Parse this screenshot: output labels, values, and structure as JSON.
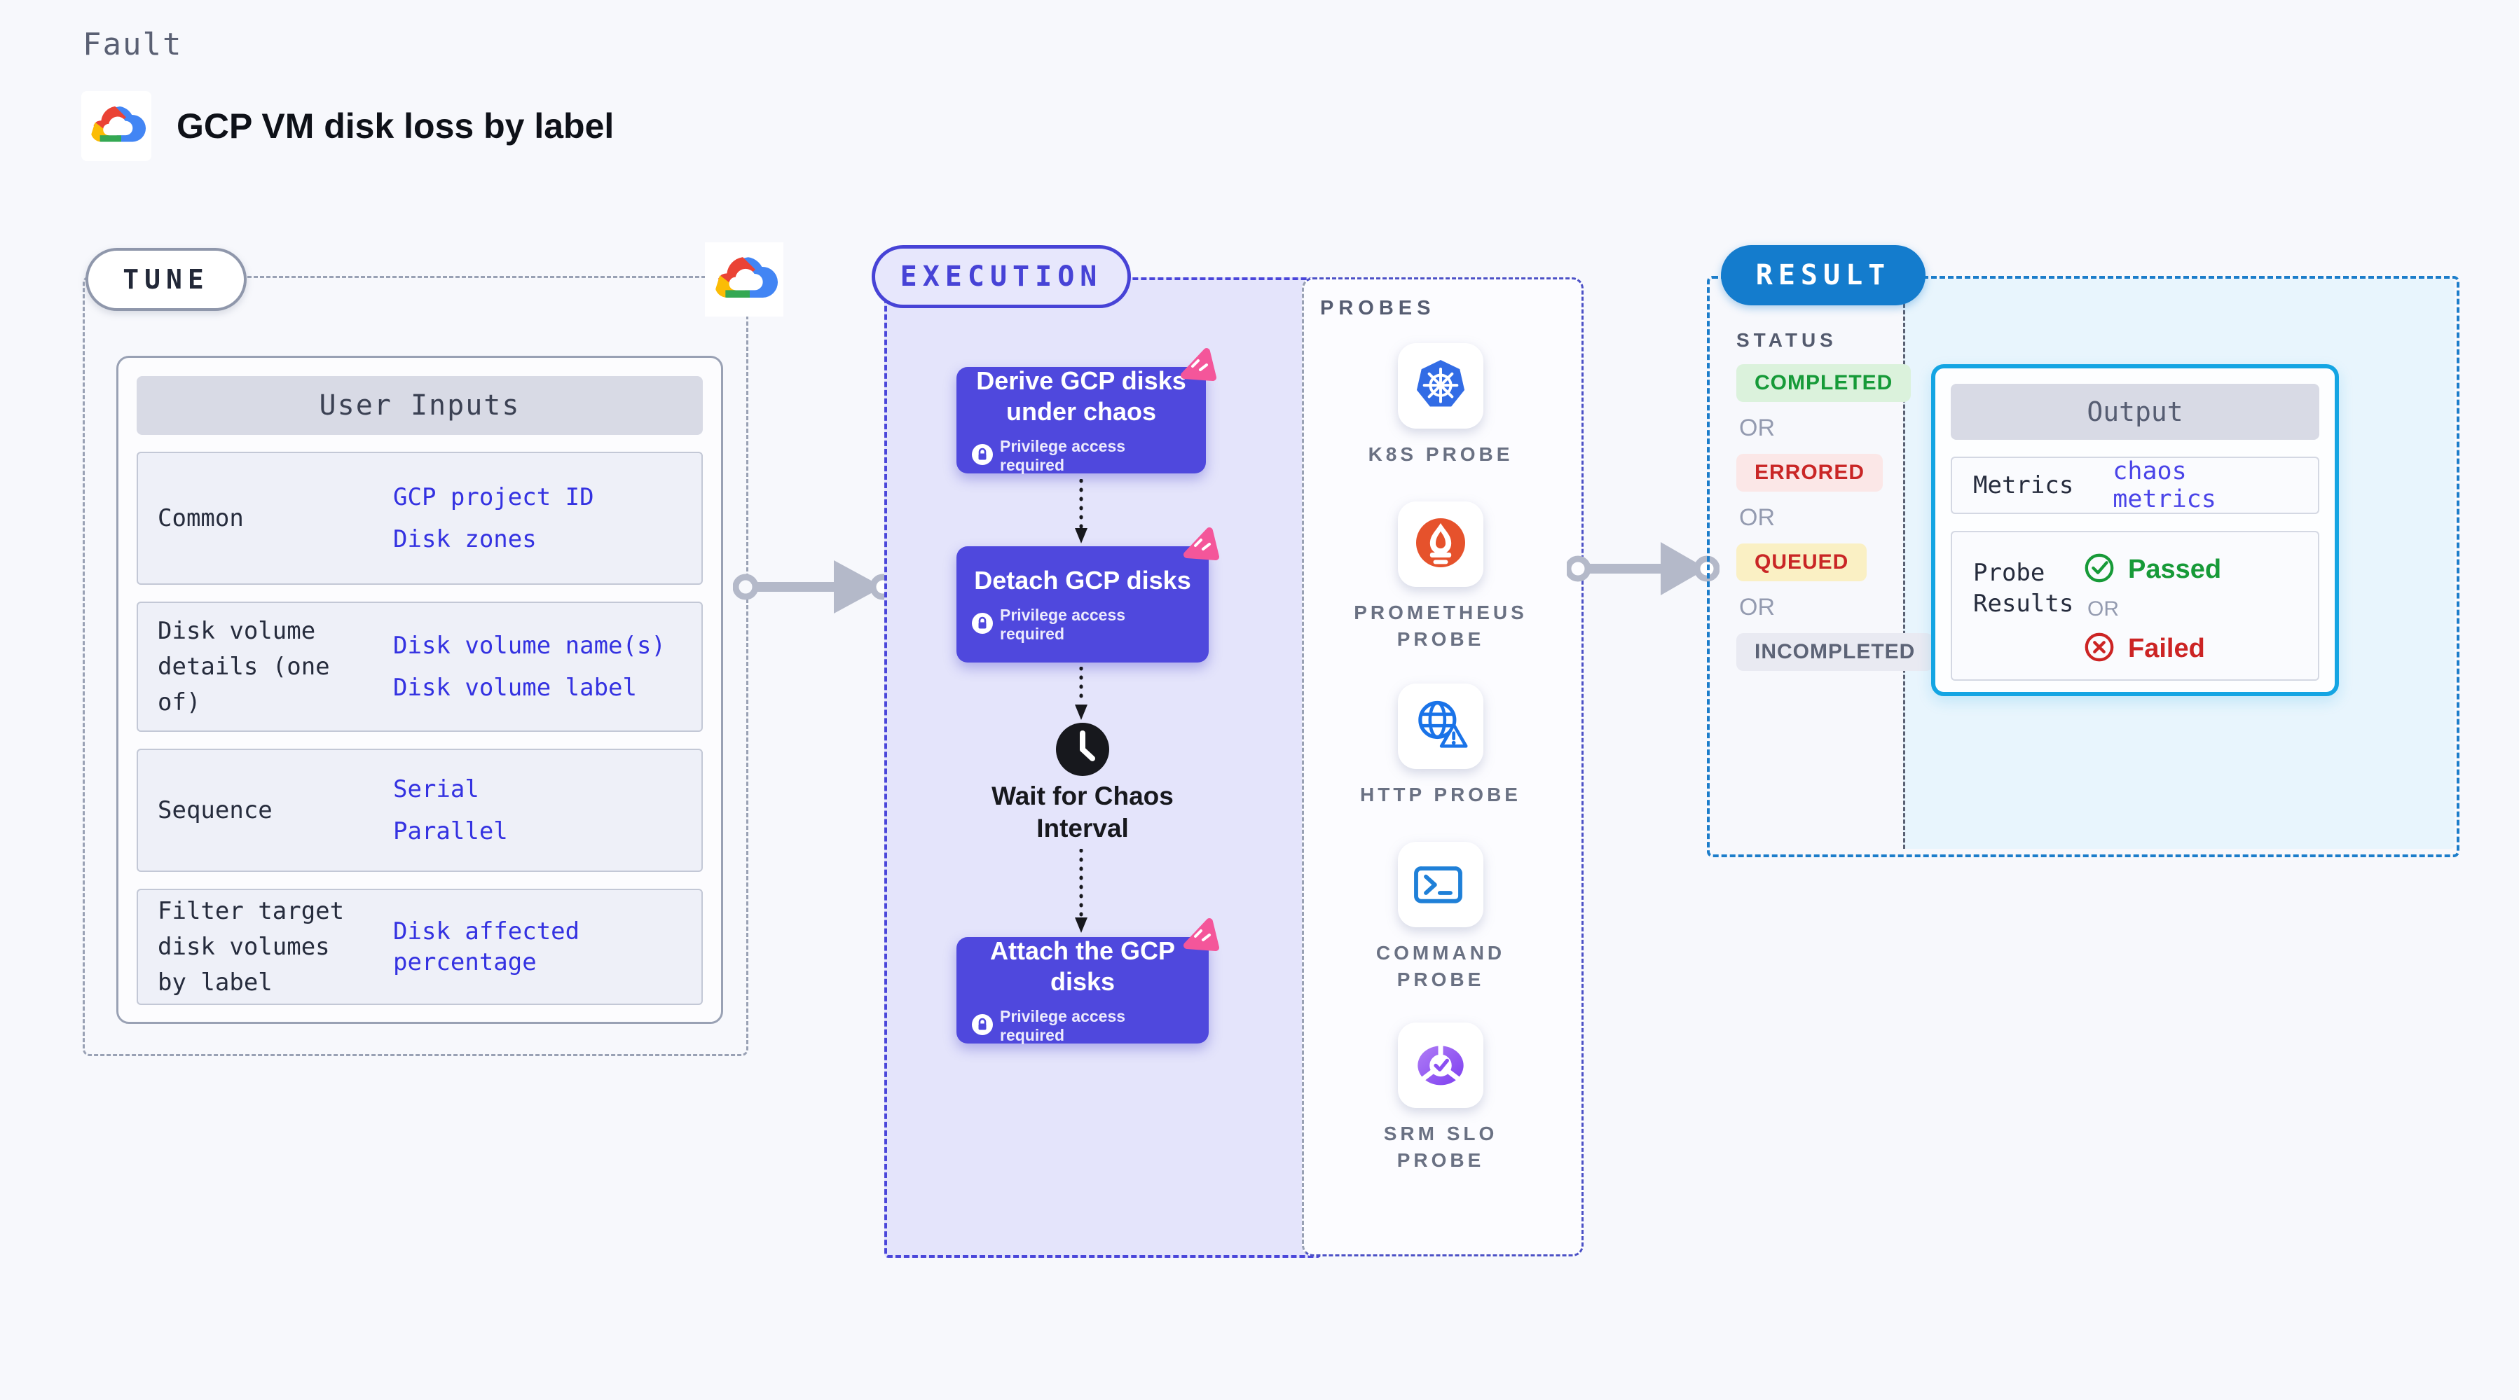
{
  "header": {
    "eyebrow": "Fault",
    "title": "GCP VM disk loss by label"
  },
  "tune": {
    "badge": "TUNE",
    "table": {
      "title": "User Inputs",
      "rows": [
        {
          "label": "Common",
          "values": [
            "GCP project ID",
            "Disk zones"
          ]
        },
        {
          "label": "Disk volume details (one of)",
          "values": [
            "Disk volume name(s)",
            "Disk volume label"
          ]
        },
        {
          "label": "Sequence",
          "values": [
            "Serial",
            "Parallel"
          ]
        },
        {
          "label": "Filter target disk volumes by label",
          "values": [
            "Disk affected percentage"
          ]
        }
      ]
    }
  },
  "execution": {
    "badge": "EXECUTION",
    "privilege_note": "Privilege access required",
    "nodes": [
      {
        "title": "Derive GCP disks under chaos"
      },
      {
        "title": "Detach GCP disks"
      },
      {
        "title": "Attach the GCP disks"
      }
    ],
    "wait_label": "Wait for Chaos Interval"
  },
  "probes": {
    "title": "PROBES",
    "items": [
      {
        "label": "K8S PROBE",
        "icon": "kubernetes-icon"
      },
      {
        "label": "PROMETHEUS PROBE",
        "icon": "prometheus-icon"
      },
      {
        "label": "HTTP PROBE",
        "icon": "globe-warning-icon"
      },
      {
        "label": "COMMAND PROBE",
        "icon": "terminal-icon"
      },
      {
        "label": "SRM SLO PROBE",
        "icon": "slo-gauge-check-icon"
      }
    ]
  },
  "result": {
    "badge": "RESULT",
    "status_title": "STATUS",
    "or_label": "OR",
    "statuses": [
      {
        "label": "COMPLETED",
        "fg": "#169a38",
        "bg": "#dbf2dc"
      },
      {
        "label": "ERRORED",
        "fg": "#c92626",
        "bg": "#fbe7e7"
      },
      {
        "label": "QUEUED",
        "fg": "#c92626",
        "bg": "#faf0c4"
      },
      {
        "label": "INCOMPLETED",
        "fg": "#5c6376",
        "bg": "#e9eaf2"
      }
    ],
    "output": {
      "title": "Output",
      "metrics_label": "Metrics",
      "metrics_value": "chaos metrics",
      "probe_results_label": "Probe Results",
      "passed_label": "Passed",
      "or_label": "OR",
      "failed_label": "Failed"
    }
  },
  "colors": {
    "page_bg": "#f7f8fc",
    "execution_accent": "#4743d6",
    "execution_bg": "#e4e4fb",
    "node_purple": "#4f48dd",
    "pink_badge": "#f4569a",
    "result_blue": "#147ccd",
    "output_border": "#14a5e3",
    "output_bg": "#e8f5fd",
    "value_blue": "#3432e1",
    "passed_green": "#179a38",
    "failed_red": "#cc2424",
    "arrow_gray": "#b4b9c9"
  }
}
